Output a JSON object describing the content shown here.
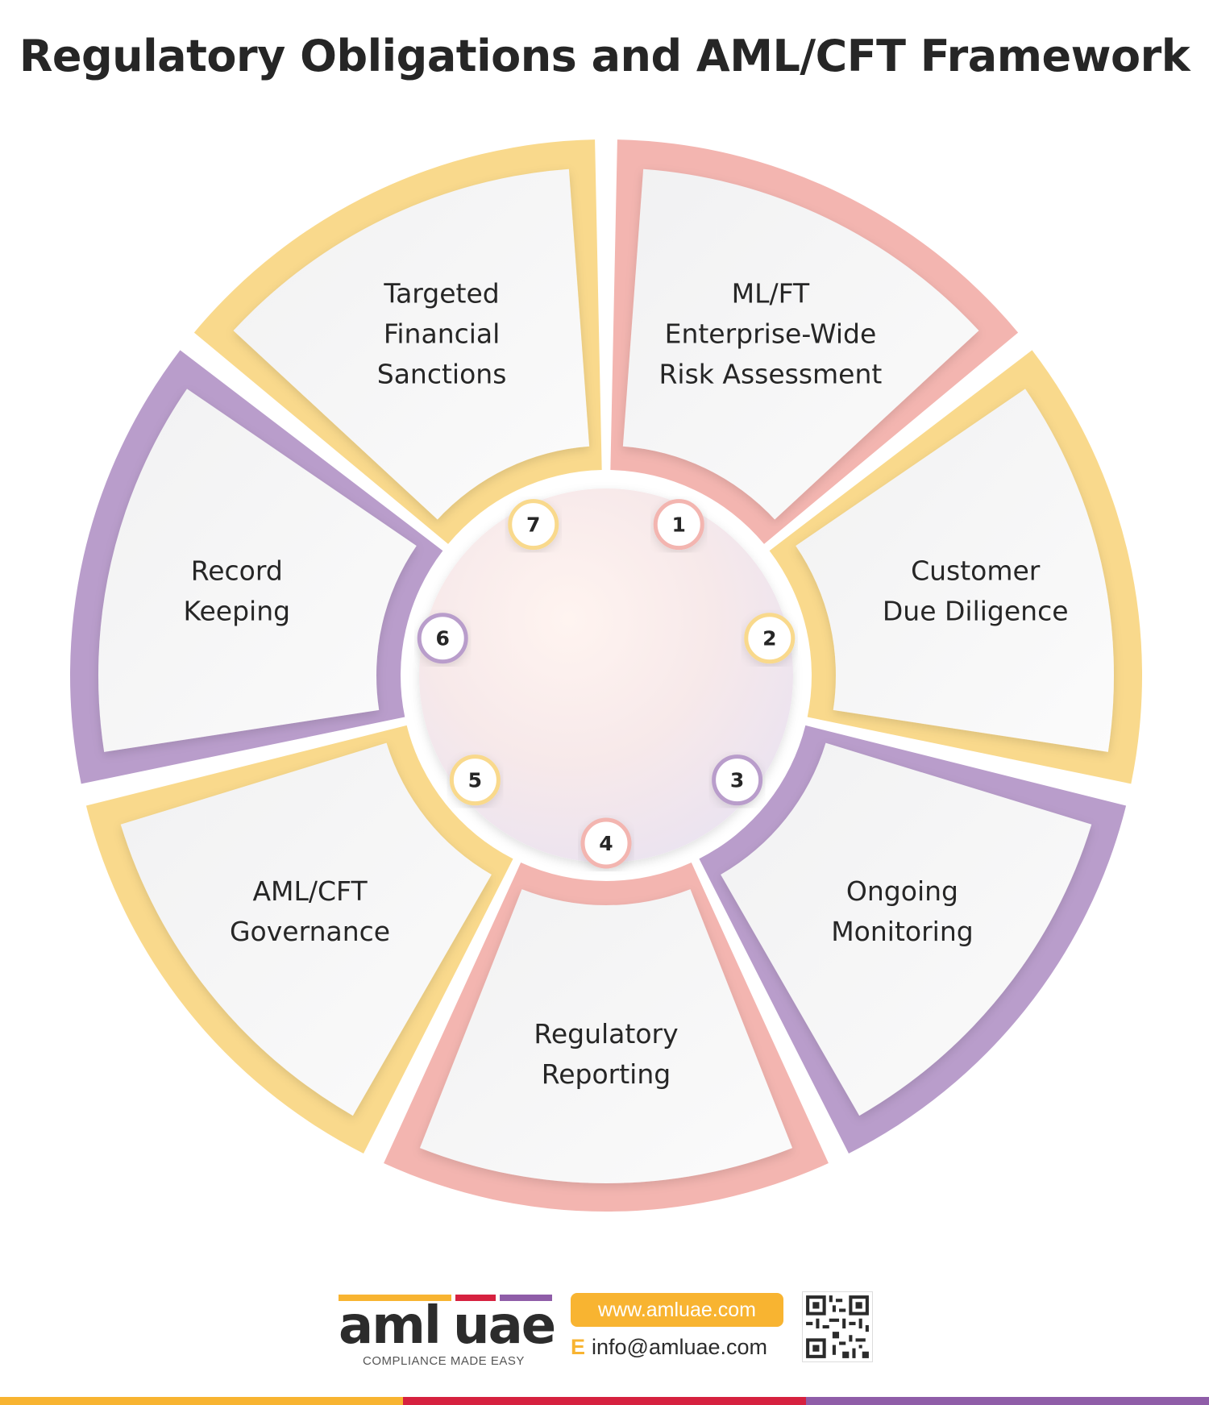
{
  "title": "Regulatory Obligations and AML/CFT Framework",
  "segments": [
    {
      "number": "1",
      "lines": [
        "ML/FT",
        "Enterprise-Wide",
        "Risk Assessment"
      ],
      "color": "#f3b5b0"
    },
    {
      "number": "2",
      "lines": [
        "Customer",
        "Due Diligence"
      ],
      "color": "#f9d98c"
    },
    {
      "number": "3",
      "lines": [
        "Ongoing",
        "Monitoring"
      ],
      "color": "#b99dcb"
    },
    {
      "number": "4",
      "lines": [
        "Regulatory",
        "Reporting"
      ],
      "color": "#f3b5b0"
    },
    {
      "number": "5",
      "lines": [
        "AML/CFT",
        "Governance"
      ],
      "color": "#f9d98c"
    },
    {
      "number": "6",
      "lines": [
        "Record",
        "Keeping"
      ],
      "color": "#b99dcb"
    },
    {
      "number": "7",
      "lines": [
        "Targeted",
        "Financial",
        "Sanctions"
      ],
      "color": "#f9d98c"
    }
  ],
  "footer": {
    "logo_word1": "aml",
    "logo_word2": "uae",
    "logo_tagline": "COMPLIANCE MADE EASY",
    "website": "www.amluae.com",
    "email_letter": "E",
    "email": "info@amluae.com"
  },
  "colors": {
    "yellow": "#f8b431",
    "red": "#d6213f",
    "purple": "#8f5da8"
  }
}
